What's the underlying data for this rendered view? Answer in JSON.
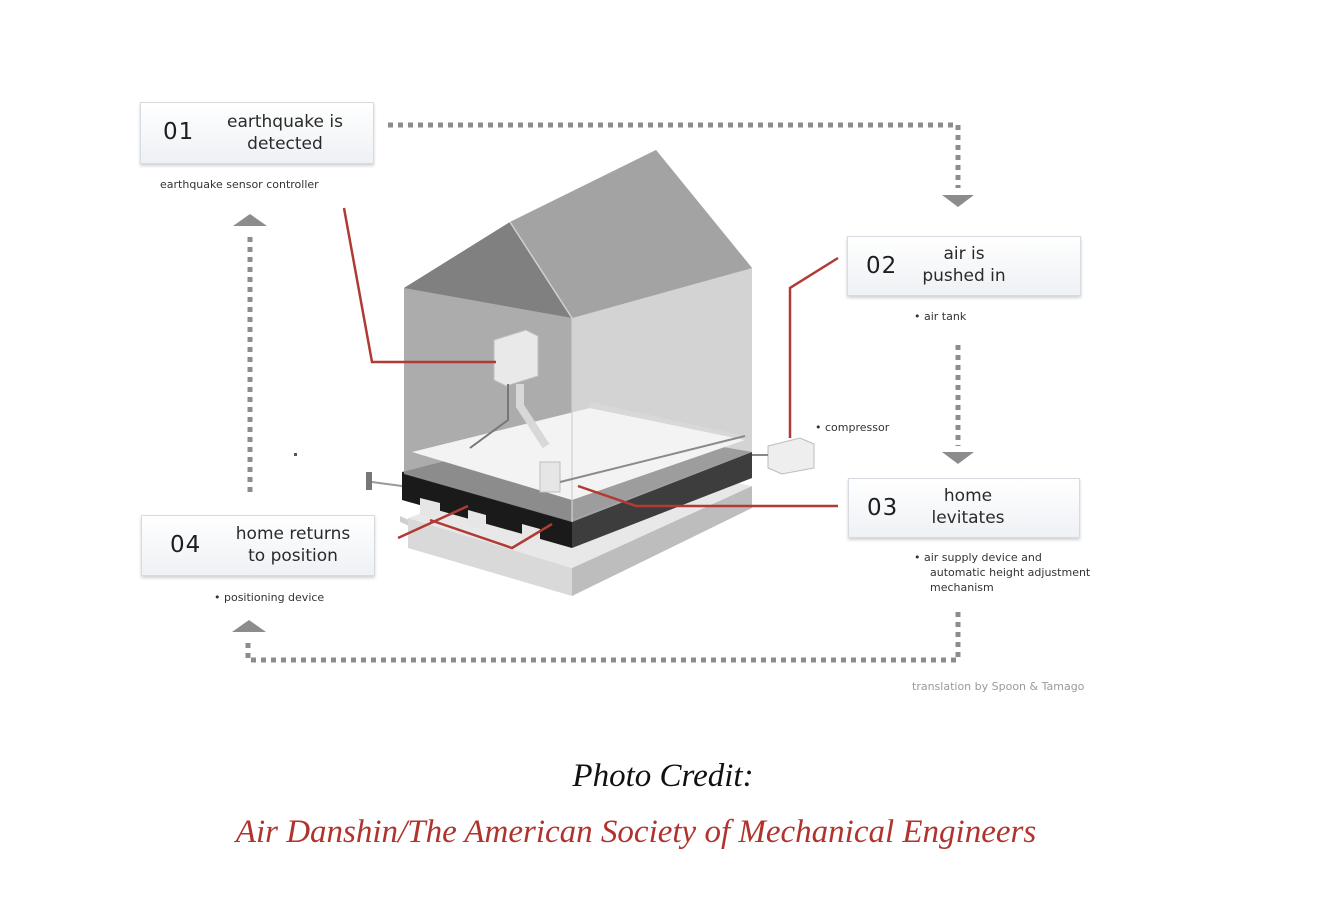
{
  "steps": [
    {
      "number": "01",
      "title_lines": [
        "earthquake is",
        "detected"
      ],
      "notes": [
        "earthquake sensor controller"
      ]
    },
    {
      "number": "02",
      "title_lines": [
        "air is",
        "pushed in"
      ],
      "notes": [
        "• air tank"
      ]
    },
    {
      "number": "03",
      "title_lines": [
        "home",
        "levitates"
      ],
      "notes": [
        "• air supply device and",
        "automatic height adjustment",
        "mechanism"
      ]
    },
    {
      "number": "04",
      "title_lines": [
        "home returns",
        "to position"
      ],
      "notes": [
        "• positioning device"
      ]
    }
  ],
  "labels": {
    "compressor": "• compressor",
    "translation": "translation by Spoon & Tamago"
  },
  "credit": {
    "label": "Photo Credit:",
    "source": "Air Danshin/The American Society of Mechanical Engineers"
  },
  "colors": {
    "leader_line": "#b03a34",
    "arrow": "#8c8c8c",
    "credit_source": "#b0332e"
  }
}
